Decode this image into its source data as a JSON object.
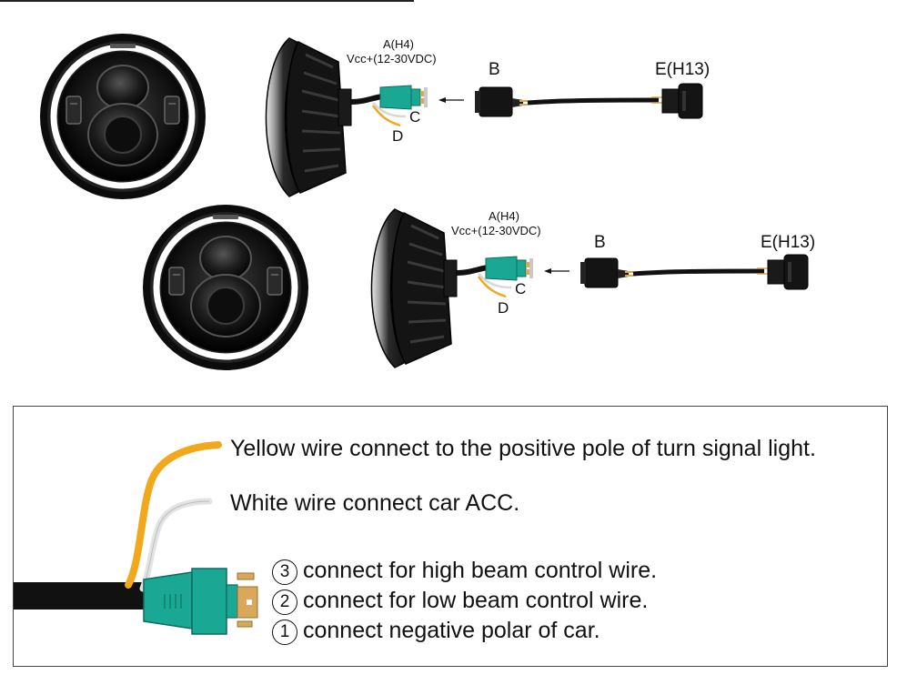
{
  "diagram": {
    "labels": {
      "a": "A(H4)",
      "vcc": "Vcc+(12-30VDC)",
      "b": "B",
      "c": "C",
      "d": "D",
      "e": "E(H13)"
    },
    "legend": {
      "yellow_wire": "Yellow wire connect to the positive pole of turn signal light.",
      "white_wire": "White wire connect car ACC.",
      "pins": [
        {
          "number": "3",
          "text": "connect for high beam control wire."
        },
        {
          "number": "2",
          "text": "connect for low beam control wire."
        },
        {
          "number": "1",
          "text": "connect negative polar of car."
        }
      ]
    },
    "colors": {
      "connector_teal": "#1aa894",
      "yellow_wire": "#f2a81d",
      "white_wire": "#e6e6e6",
      "cable_black": "#111111",
      "pin_brass": "#d9a85a"
    }
  }
}
